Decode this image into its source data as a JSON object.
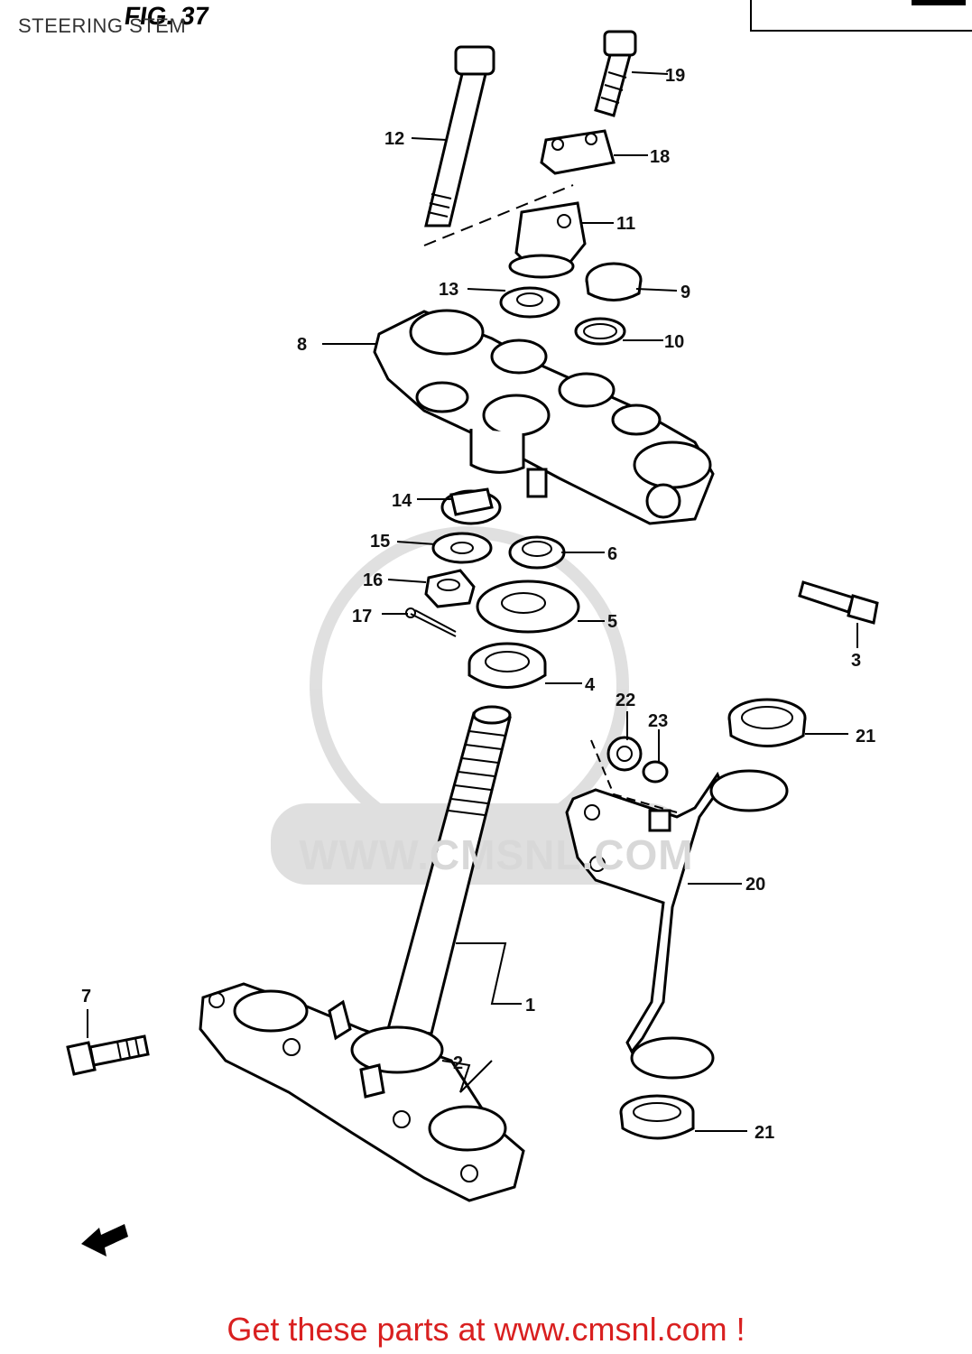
{
  "header": {
    "title": "STEERING STEM",
    "figure": "FIG. 37"
  },
  "watermark": "WWW.CMSNL.COM",
  "footer": {
    "link_text": "Get these parts at www.cmsnl.com !",
    "color": "#d92020"
  },
  "callouts": [
    "1",
    "2",
    "3",
    "4",
    "5",
    "6",
    "7",
    "8",
    "9",
    "10",
    "11",
    "12",
    "13",
    "14",
    "15",
    "16",
    "17",
    "18",
    "19",
    "20",
    "21",
    "21",
    "22",
    "23"
  ],
  "icons": {
    "front_arrow": "arrow-front-icon"
  }
}
